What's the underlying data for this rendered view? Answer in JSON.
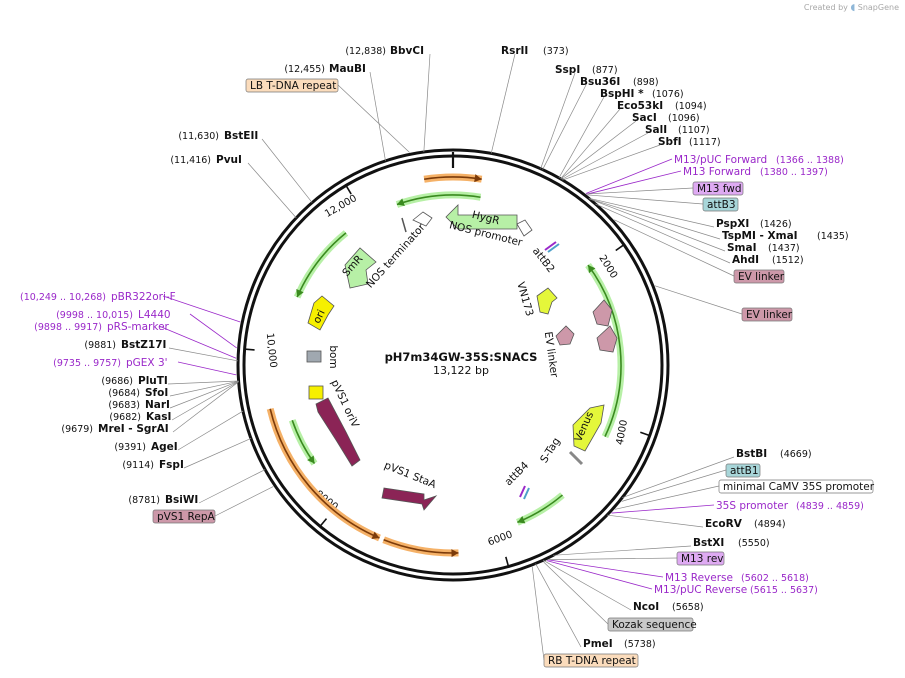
{
  "header": {
    "created_by": "Created by",
    "brand": "SnapGene"
  },
  "plasmid": {
    "name": "pH7m34GW-35S:SNACS",
    "length_label": "13,122 bp",
    "total_bp": 13122
  },
  "tick_labels": [
    "2000",
    "4000",
    "6000",
    "8000",
    "10,000",
    "12,000"
  ],
  "enzymes": [
    {
      "name": "BbvCI",
      "pos": "(12,838)",
      "bp": 12838
    },
    {
      "name": "RsrII",
      "pos": "(373)",
      "bp": 373
    },
    {
      "name": "MauBI",
      "pos": "(12,455)",
      "bp": 12455
    },
    {
      "name": "SspI",
      "pos": "(877)",
      "bp": 877
    },
    {
      "name": "Bsu36I",
      "pos": "(898)",
      "bp": 898
    },
    {
      "name": "BspHI *",
      "pos": "(1076)",
      "bp": 1076
    },
    {
      "name": "Eco53kI",
      "pos": "(1094)",
      "bp": 1094
    },
    {
      "name": "SacI",
      "pos": "(1096)",
      "bp": 1096
    },
    {
      "name": "SalI",
      "pos": "(1107)",
      "bp": 1107
    },
    {
      "name": "SbfI",
      "pos": "(1117)",
      "bp": 1117
    },
    {
      "name": "BstEII",
      "pos": "(11,630)",
      "bp": 11630
    },
    {
      "name": "PvuI",
      "pos": "(11,416)",
      "bp": 11416
    },
    {
      "name": "PspXI",
      "pos": "(1426)",
      "bp": 1426
    },
    {
      "name": "TspMI - XmaI",
      "pos": "(1435)",
      "bp": 1435
    },
    {
      "name": "SmaI",
      "pos": "(1437)",
      "bp": 1437
    },
    {
      "name": "AhdI",
      "pos": "(1512)",
      "bp": 1512
    },
    {
      "name": "BstZ17I",
      "pos": "(9881)",
      "bp": 9881
    },
    {
      "name": "PluTI",
      "pos": "(9686)",
      "bp": 9686
    },
    {
      "name": "SfoI",
      "pos": "(9684)",
      "bp": 9684
    },
    {
      "name": "NarI",
      "pos": "(9683)",
      "bp": 9683
    },
    {
      "name": "KasI",
      "pos": "(9682)",
      "bp": 9682
    },
    {
      "name": "MreI - SgrAI",
      "pos": "(9679)",
      "bp": 9679
    },
    {
      "name": "AgeI",
      "pos": "(9391)",
      "bp": 9391
    },
    {
      "name": "FspI",
      "pos": "(9114)",
      "bp": 9114
    },
    {
      "name": "BsiWI",
      "pos": "(8781)",
      "bp": 8781
    },
    {
      "name": "BstBI",
      "pos": "(4669)",
      "bp": 4669
    },
    {
      "name": "EcoRV",
      "pos": "(4894)",
      "bp": 4894
    },
    {
      "name": "BstXI",
      "pos": "(5550)",
      "bp": 5550
    },
    {
      "name": "NcoI",
      "pos": "(5658)",
      "bp": 5658
    },
    {
      "name": "PmeI",
      "pos": "(5738)",
      "bp": 5738
    }
  ],
  "primers": [
    {
      "name": "M13/pUC Forward",
      "pos": "(1366 .. 1388)"
    },
    {
      "name": "M13 Forward",
      "pos": "(1380 .. 1397)"
    },
    {
      "name": "pBR322ori-F",
      "pos": "(10,249 .. 10,268)"
    },
    {
      "name": "L4440",
      "pos": "(9998 .. 10,015)"
    },
    {
      "name": "pRS-marker",
      "pos": "(9898 .. 9917)"
    },
    {
      "name": "pGEX 3'",
      "pos": "(9735 .. 9757)"
    },
    {
      "name": "35S promoter",
      "pos": "(4839 .. 4859)"
    },
    {
      "name": "M13 Reverse",
      "pos": "(5602 .. 5618)"
    },
    {
      "name": "M13/pUC Reverse",
      "pos": "(5615 .. 5637)"
    }
  ],
  "boxed_labels": [
    "LB T-DNA repeat",
    "M13 fwd",
    "attB3",
    "EV linker",
    "EV linker",
    "pVS1 RepA",
    "attB1",
    "minimal CaMV 35S promoter",
    "M13 rev",
    "Kozak sequence",
    "RB T-DNA repeat"
  ],
  "features": [
    {
      "name": "HygR",
      "kind": "inside"
    },
    {
      "name": "SmR",
      "kind": "inside"
    },
    {
      "name": "ori",
      "kind": "inside"
    },
    {
      "name": "Venus",
      "kind": "inside"
    },
    {
      "name": "S-Tag",
      "kind": "label"
    },
    {
      "name": "NOS promoter",
      "kind": "label"
    },
    {
      "name": "NOS terminator",
      "kind": "label"
    },
    {
      "name": "attB2",
      "kind": "label"
    },
    {
      "name": "VN173",
      "kind": "label"
    },
    {
      "name": "EV linker",
      "kind": "label"
    },
    {
      "name": "bom",
      "kind": "label"
    },
    {
      "name": "pVS1 oriV",
      "kind": "label"
    },
    {
      "name": "pVS1 StaA",
      "kind": "label"
    },
    {
      "name": "attB4",
      "kind": "label"
    }
  ],
  "colors": {
    "backbone": "#111111",
    "enzyme_line": "#8a8a8a",
    "primer": "#9a28c9",
    "orf": "#f5b167",
    "orf_arrow": "#7c3b0a",
    "marker": "#b7f0a6",
    "marker_arrow": "#3a8a1f",
    "misc_feature": "#cd98a9",
    "ori_feature": "#f6f000",
    "venus": "#e4f73a",
    "pvs1": "#8b2456",
    "box_attb": "#a8d6d9",
    "box_primer": "#deaaf2",
    "box_repeat": "#fbdcbc",
    "box_kozak": "#c8c8c8",
    "box_plain": "#ffffff"
  }
}
